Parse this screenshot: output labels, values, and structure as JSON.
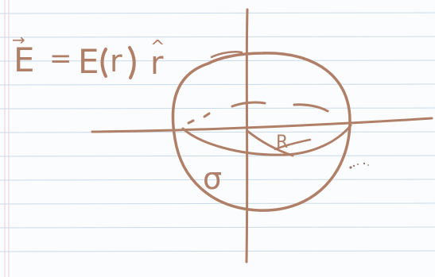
{
  "paper": {
    "background": "#fbfcfd",
    "rule_color": "#c9dbea",
    "margin_color": "#e9cfd6"
  },
  "ink_color": "#b07f67",
  "equation": {
    "lhs": "E",
    "equals": "=",
    "rhs_function": "E",
    "argument": "r",
    "unit_vector": "r",
    "vector_arrow": "→",
    "hat": "^"
  },
  "labels": {
    "radius": "R",
    "surface_charge_density": "σ"
  }
}
